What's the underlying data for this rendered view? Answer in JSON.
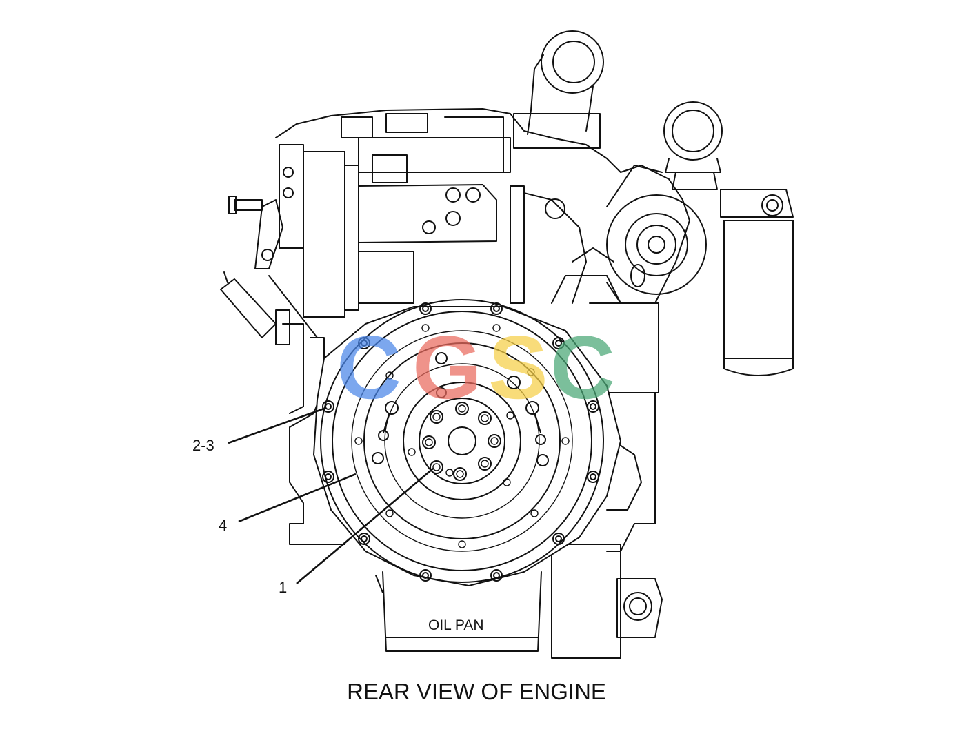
{
  "diagram": {
    "title": "REAR VIEW OF ENGINE",
    "oil_pan_label": "OIL PAN",
    "callouts": [
      {
        "id": "c23",
        "label": "2-3"
      },
      {
        "id": "c4",
        "label": "4"
      },
      {
        "id": "c1",
        "label": "1"
      }
    ],
    "watermark": {
      "letters": [
        "C",
        "G",
        "S",
        "C"
      ],
      "colors": [
        "#4a86e8",
        "#ea6a5e",
        "#f6cf47",
        "#49a776"
      ]
    }
  }
}
